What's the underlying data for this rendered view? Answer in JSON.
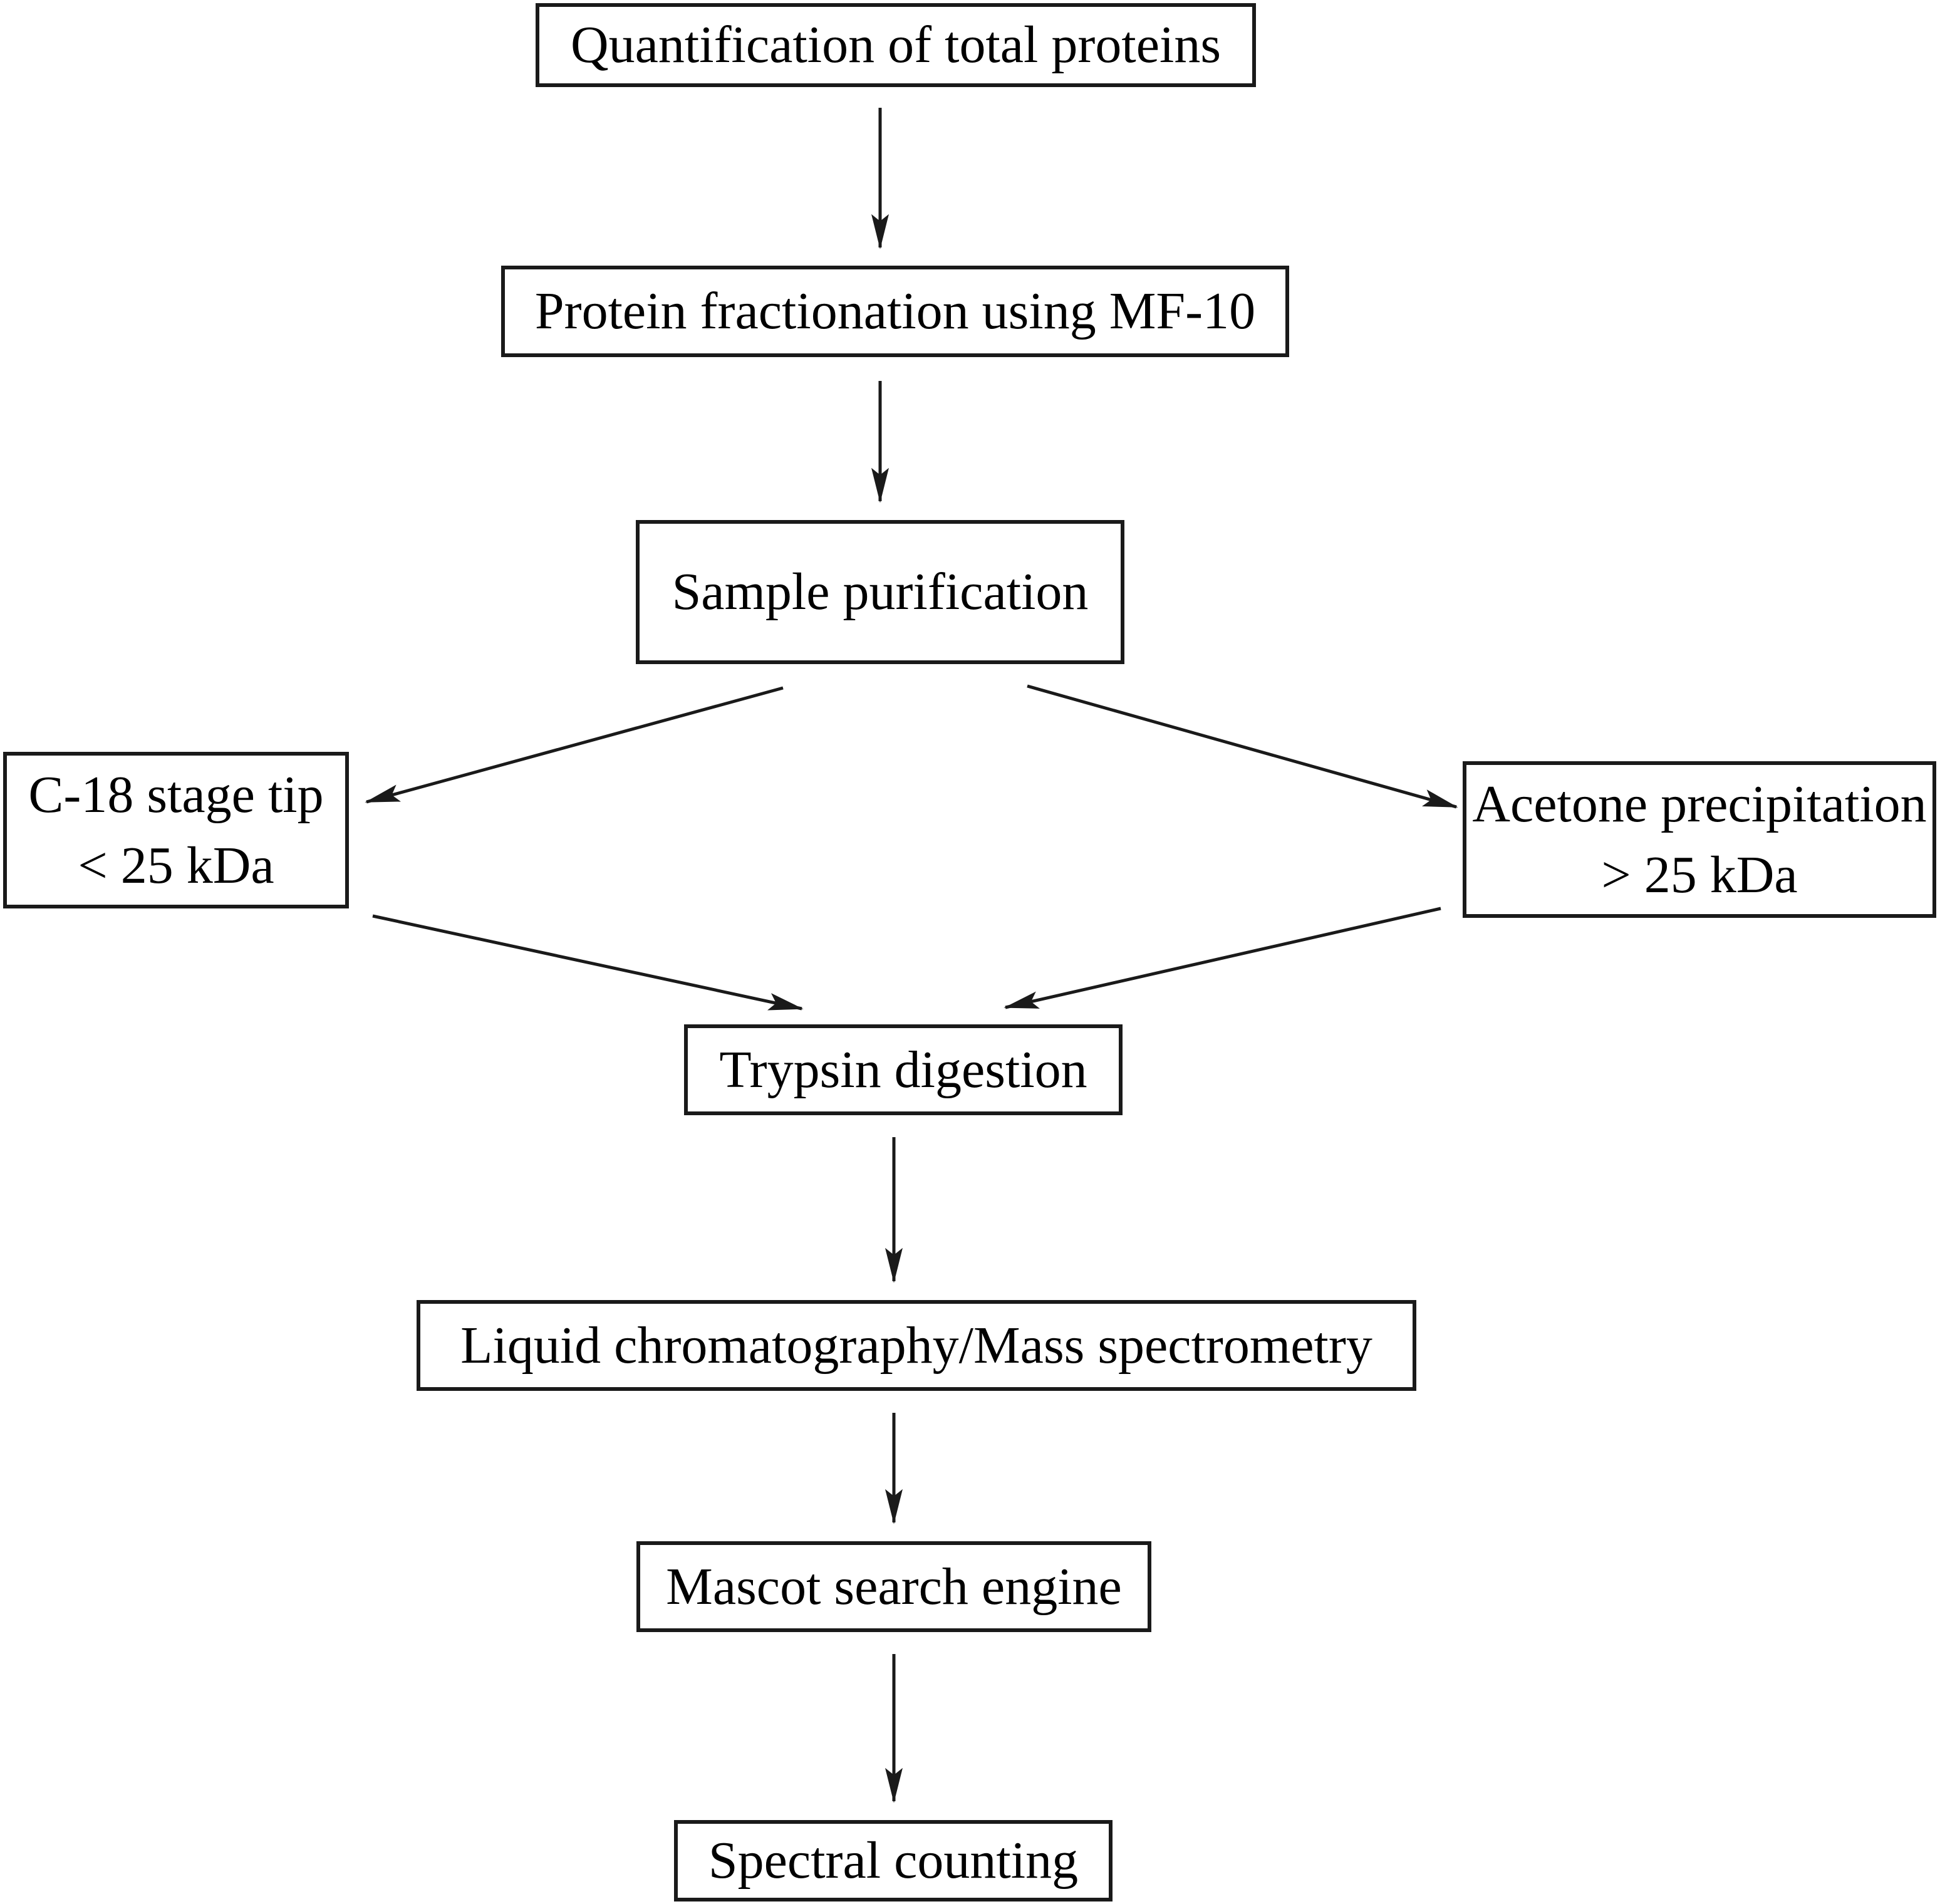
{
  "diagram": {
    "type": "flowchart",
    "colors": {
      "background": "#ffffff",
      "box_background": "#ffffff",
      "box_border": "#1a1a1a",
      "arrow": "#1a1a1a",
      "text": "#000000"
    },
    "nodes": {
      "quantification": {
        "label": "Quantification of total proteins"
      },
      "fractionation": {
        "label": "Protein fractionation using MF-10"
      },
      "purification": {
        "label": "Sample purification"
      },
      "c18": {
        "line1": "C-18 stage tip",
        "line2": "< 25 kDa"
      },
      "acetone": {
        "line1": "Acetone precipitation",
        "line2": "> 25 kDa"
      },
      "trypsin": {
        "label": "Trypsin digestion"
      },
      "lcms": {
        "label": "Liquid chromatography/Mass spectrometry"
      },
      "mascot": {
        "label": "Mascot search engine"
      },
      "spectral": {
        "label": "Spectral counting"
      }
    },
    "edges": [
      {
        "from": "quantification",
        "to": "fractionation"
      },
      {
        "from": "fractionation",
        "to": "purification"
      },
      {
        "from": "purification",
        "to": "c18"
      },
      {
        "from": "purification",
        "to": "acetone"
      },
      {
        "from": "c18",
        "to": "trypsin"
      },
      {
        "from": "acetone",
        "to": "trypsin"
      },
      {
        "from": "trypsin",
        "to": "lcms"
      },
      {
        "from": "lcms",
        "to": "mascot"
      },
      {
        "from": "mascot",
        "to": "spectral"
      }
    ]
  }
}
